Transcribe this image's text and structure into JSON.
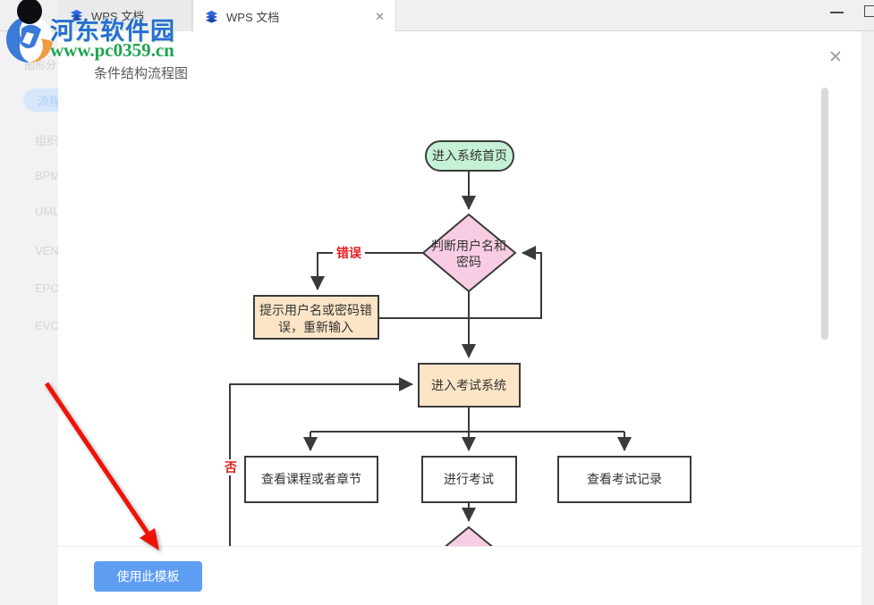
{
  "titlebar": {
    "tabs": [
      {
        "label": "WPS 文档",
        "active": false
      },
      {
        "label": "WPS 文档",
        "active": true
      }
    ]
  },
  "watermark": {
    "site_name": "河东软件园",
    "site_url": "www.pc0359.cn"
  },
  "sidebar": {
    "header": "图形分",
    "items": [
      {
        "label": "流程",
        "selected": true
      },
      {
        "label": "组织",
        "selected": false
      },
      {
        "label": "BPM",
        "selected": false
      },
      {
        "label": "UML",
        "selected": false
      },
      {
        "label": "VEN",
        "selected": false
      },
      {
        "label": "EPC",
        "selected": false
      },
      {
        "label": "EVC",
        "selected": false
      }
    ]
  },
  "dialog": {
    "title": "条件结构流程图",
    "action_button": "使用此模板"
  },
  "flowchart": {
    "node_start": "进入系统首页",
    "node_decision_l1": "判断用户名和",
    "node_decision_l2": "密码",
    "node_error_l1": "提示用户名或密码错",
    "node_error_l2": "误，重新输入",
    "node_exam": "进入考试系统",
    "node_courses": "查看课程或者章节",
    "node_take_exam": "进行考试",
    "node_records": "查看考试记录",
    "label_error": "错误",
    "label_no": "否"
  },
  "icons": {
    "close": "✕"
  },
  "colors": {
    "accent_blue": "#5d9ef3",
    "node_green": "#c5f1d6",
    "node_pink": "#f8cde3",
    "node_peach": "#fbe5c6",
    "line_dark": "#3a3a3a",
    "annotation_red": "#ee1208",
    "label_red": "#e02020",
    "watermark_blue": "#2b6cd4",
    "watermark_green": "#1ea54e"
  }
}
